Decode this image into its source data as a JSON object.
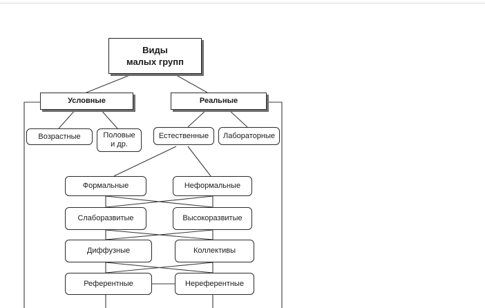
{
  "diagram": {
    "title": "Виды\nмалых групп",
    "categories": {
      "conditional": "Условные",
      "real": "Реальные"
    },
    "conditional_items": {
      "age": "Возрастные",
      "gender": "Половые\nи др."
    },
    "real_items": {
      "natural": "Естественные",
      "laboratory": "Лабораторные"
    },
    "pairs": [
      {
        "left": "Формальные",
        "right": "Неформальные"
      },
      {
        "left": "Слаборазвитые",
        "right": "Высокоразвитые"
      },
      {
        "left": "Диффузные",
        "right": "Коллективы"
      },
      {
        "left": "Референтные",
        "right": "Нереферентные"
      }
    ]
  }
}
